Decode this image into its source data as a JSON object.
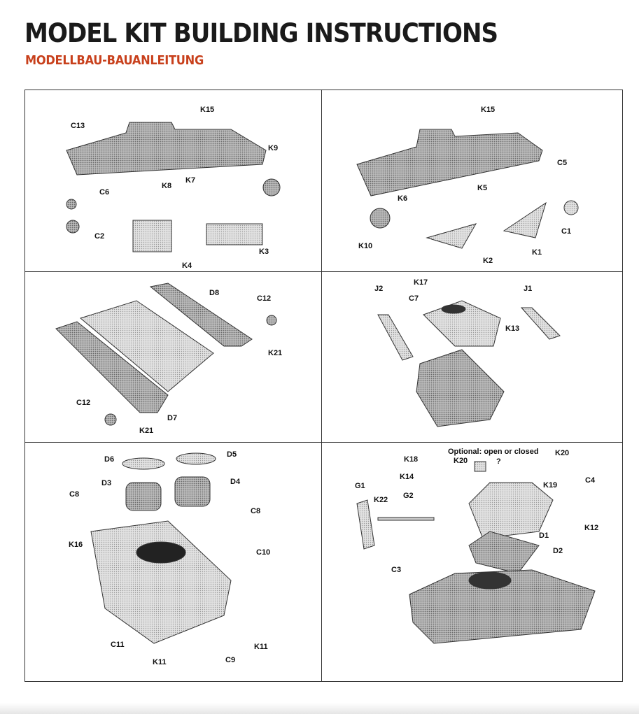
{
  "header": {
    "title": "MODEL KIT BUILDING INSTRUCTIONS",
    "subtitle": "MODELLBAU-BAUANLEITUNG",
    "subtitle_color": "#c8401c"
  },
  "panels": [
    {
      "labels": [
        "K15",
        "C13",
        "K9",
        "C6",
        "K8",
        "K7",
        "C2",
        "K4",
        "K3"
      ]
    },
    {
      "labels": [
        "K15",
        "C5",
        "K5",
        "K6",
        "C1",
        "K10",
        "K2",
        "K1"
      ]
    },
    {
      "labels": [
        "D8",
        "C12",
        "K21",
        "C12",
        "D7",
        "K21"
      ]
    },
    {
      "labels": [
        "K17",
        "J2",
        "C7",
        "J1",
        "K13"
      ]
    },
    {
      "labels": [
        "D6",
        "D5",
        "D3",
        "D4",
        "C8",
        "C8",
        "K16",
        "C10",
        "C11",
        "K11",
        "C9",
        "K11"
      ]
    },
    {
      "labels": [
        "Optional: open or closed",
        "K18",
        "K20",
        "?",
        "K20",
        "K14",
        "K19",
        "C4",
        "G1",
        "K22",
        "G2",
        "D1",
        "K12",
        "D2",
        "C3"
      ]
    }
  ]
}
